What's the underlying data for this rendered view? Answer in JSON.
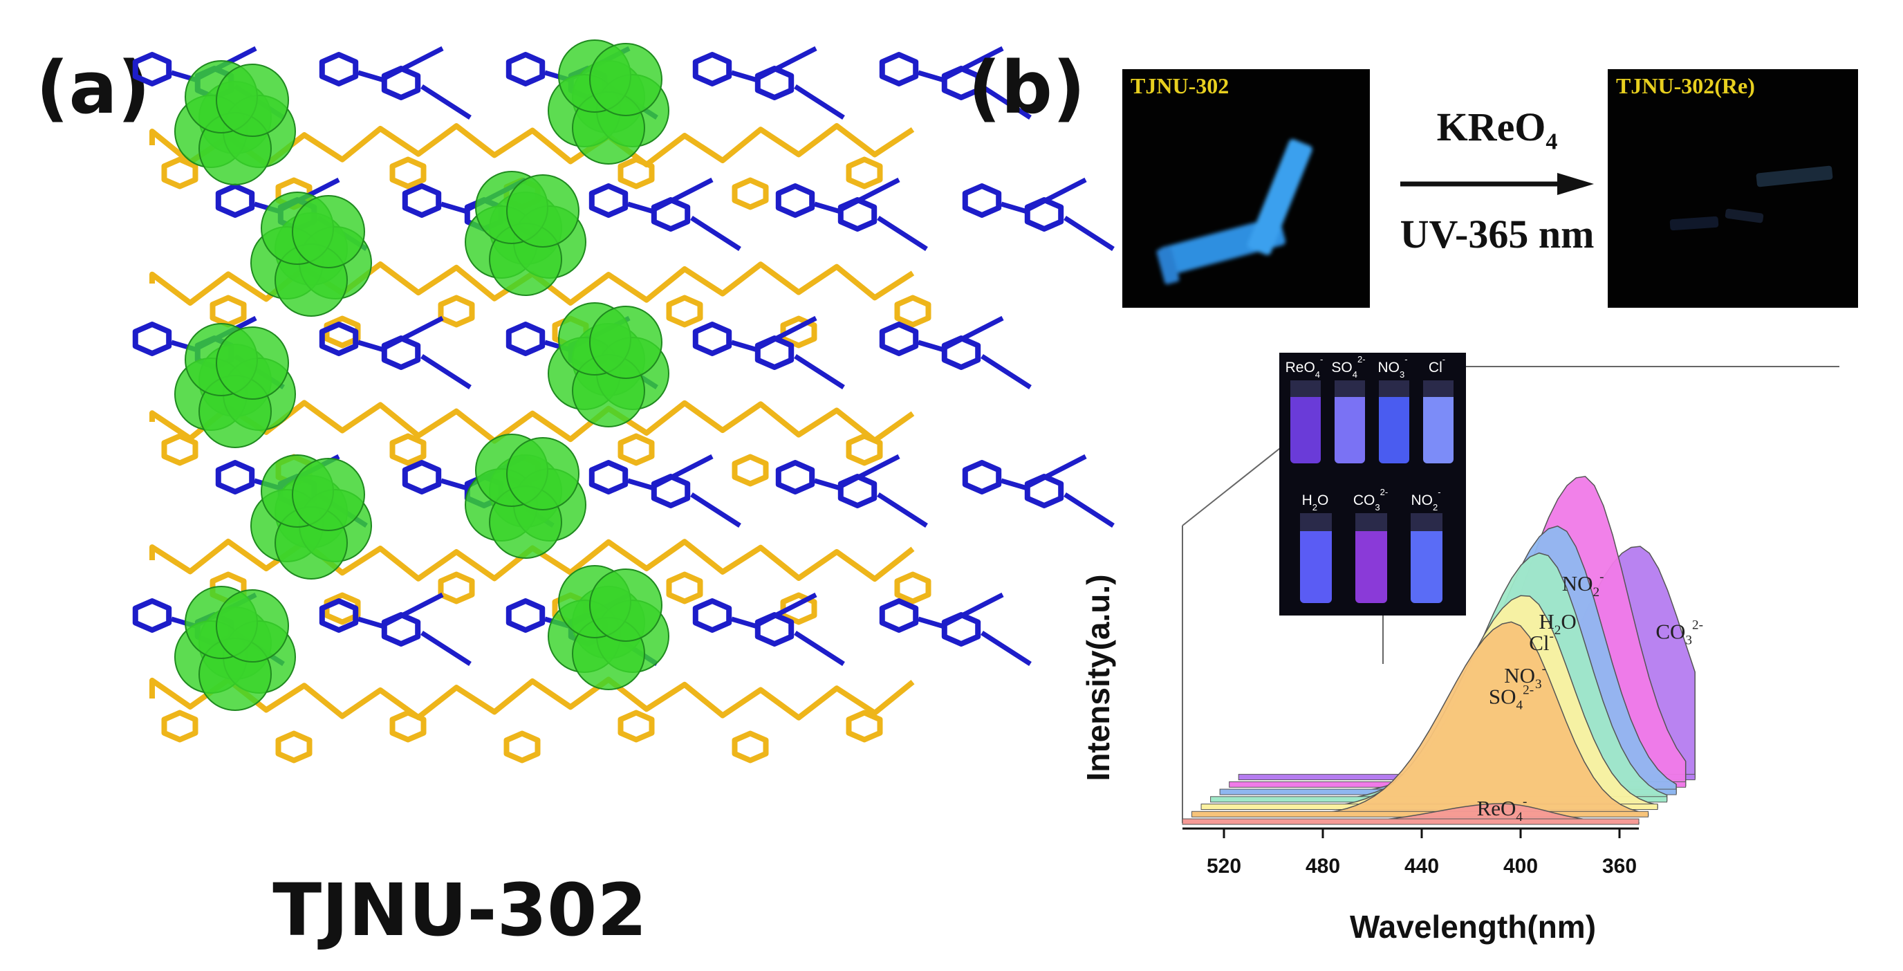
{
  "panel_a": {
    "label": "(a)",
    "title": "TJNU-302",
    "colors": {
      "ligand_blue": "#1d1dc9",
      "ligand_gold": "#eeb51a",
      "anion_green": "#39d42b"
    }
  },
  "panel_b": {
    "label": "(b)",
    "photo_before": {
      "label": "TJNU-302",
      "emission_color": "#2f8fe0"
    },
    "photo_after": {
      "label": "TJNU-302(Re)"
    },
    "arrow": {
      "top": "KReO",
      "top_sub": "4",
      "bottom": "UV-365 nm"
    }
  },
  "inset": {
    "row1": [
      {
        "name": "ReO",
        "sub": "4",
        "sup": "-"
      },
      {
        "name": "SO",
        "sub": "4",
        "sup": "2-"
      },
      {
        "name": "NO",
        "sub": "3",
        "sup": "-"
      },
      {
        "name": "Cl",
        "sub": "",
        "sup": "-"
      }
    ],
    "row2": [
      {
        "name": "H",
        "sub": "2",
        "rest": "O",
        "sup": ""
      },
      {
        "name": "CO",
        "sub": "3",
        "sup": "2-"
      },
      {
        "name": "NO",
        "sub": "2",
        "sup": "-"
      }
    ]
  },
  "chart_data": {
    "type": "area",
    "xlabel": "Wavelength(nm)",
    "ylabel": "Intensity(a.u.)",
    "x_ticks": [
      "520",
      "480",
      "440",
      "400",
      "360"
    ],
    "series": [
      {
        "name": "CO",
        "sub": "3",
        "sup": "2-",
        "color": "#b57cf0",
        "peak_nm": 365,
        "rel_intensity": 0.6
      },
      {
        "name": "NO",
        "sub": "2",
        "sup": "-",
        "color": "#f07ae8",
        "peak_nm": 385,
        "rel_intensity": 0.8
      },
      {
        "name": "H",
        "sub": "2",
        "rest": "O",
        "sup": "",
        "color": "#8fb7f0",
        "peak_nm": 392,
        "rel_intensity": 0.69
      },
      {
        "name": "Cl",
        "sub": "",
        "sup": "-",
        "color": "#9fe8c8",
        "peak_nm": 395,
        "rel_intensity": 0.64
      },
      {
        "name": "NO",
        "sub": "3",
        "sup": "-",
        "color": "#fbf1a0",
        "peak_nm": 398,
        "rel_intensity": 0.55
      },
      {
        "name": "SO",
        "sub": "4",
        "sup": "2-",
        "color": "#f8c47a",
        "peak_nm": 400,
        "rel_intensity": 0.5
      },
      {
        "name": "ReO",
        "sub": "4",
        "sup": "-",
        "color": "#f69a96",
        "peak_nm": 400,
        "rel_intensity": 0.05
      }
    ]
  }
}
